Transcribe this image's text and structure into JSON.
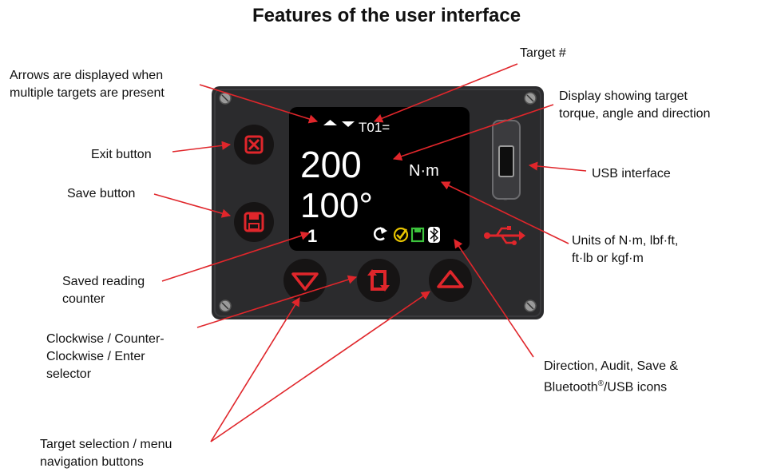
{
  "title": "Features of the user interface",
  "screen": {
    "target_id": "T01=",
    "torque": "200",
    "angle": "100°",
    "unit": "N·m",
    "saved_count": "1"
  },
  "callouts": {
    "arrows_line1": "Arrows are displayed when",
    "arrows_line2": "multiple targets are present",
    "target_num": "Target #",
    "display_line1": "Display showing target",
    "display_line2": "torque, angle and direction",
    "exit": "Exit button",
    "save": "Save button",
    "usb": "USB interface",
    "units_line1": "Units of N·m, lbf·ft,",
    "units_line2": "ft·lb or kgf·m",
    "counter_line1": "Saved reading",
    "counter_line2": "counter",
    "cw_line1": "Clockwise / Counter-",
    "cw_line2": "Clockwise / Enter",
    "cw_line3": "selector",
    "icons_line1": "Direction, Audit, Save &",
    "icons_line2a": "Bluetooth",
    "icons_reg": "®",
    "icons_line2b": "/USB icons",
    "nav_line1": "Target selection / menu",
    "nav_line2": "navigation buttons"
  },
  "colors": {
    "panel": "#2b2b2d",
    "button": "#161414",
    "button_icon": "#e0262b",
    "pointer": "#e0262b",
    "screen": "#000000",
    "audit_icon": "#e8c400",
    "save_icon": "#3cc43c"
  },
  "icons": [
    "exit-icon",
    "save-icon",
    "down-arrow-icon",
    "direction-toggle-icon",
    "up-arrow-icon",
    "usb-port-icon",
    "usb-logo-icon",
    "screw-icon",
    "direction-icon",
    "audit-check-icon",
    "save-status-icon",
    "bluetooth-icon"
  ]
}
